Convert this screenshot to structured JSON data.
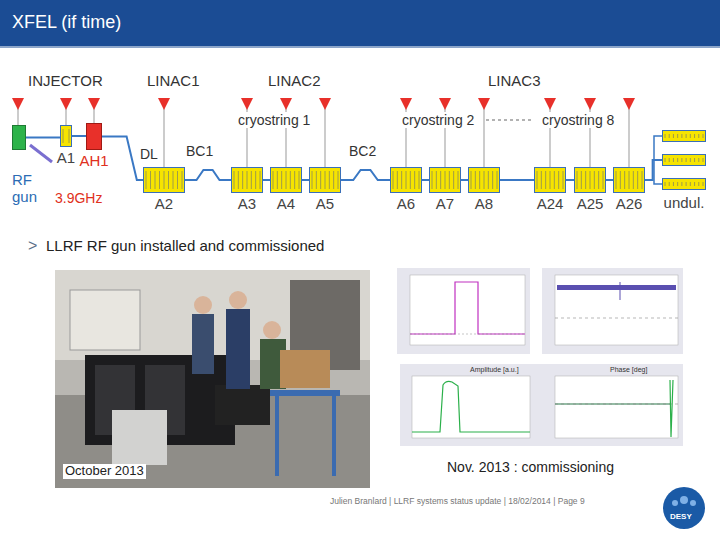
{
  "diagram": {
    "title": "XFEL (if time)",
    "nodes": [
      {
        "text": [
          "RF gun"
        ]
      },
      {
        "text": [
          "A1"
        ]
      },
      {
        "text": [
          "AH1"
        ]
      },
      {
        "text": [
          "A2"
        ]
      },
      {
        "text": [
          "A3"
        ]
      },
      {
        "text": [
          "A4"
        ]
      },
      {
        "text": [
          "A5"
        ]
      },
      {
        "text": [
          "A6"
        ]
      },
      {
        "text": [
          "A7"
        ]
      },
      {
        "text": [
          "A8"
        ]
      },
      {
        "text": [
          "A24"
        ]
      },
      {
        "text": [
          "A25"
        ]
      },
      {
        "text": [
          "A26"
        ]
      },
      {
        "text": [
          "undul."
        ]
      }
    ],
    "edges": [
      {
        "from": 0,
        "to": 1,
        "arrow": "none"
      },
      {
        "from": 1,
        "to": 2,
        "arrow": "none"
      },
      {
        "from": 2,
        "to": 3,
        "arrow": "none"
      },
      {
        "from": 3,
        "to": 4,
        "arrow": "none"
      },
      {
        "from": 4,
        "to": 5,
        "arrow": "none"
      },
      {
        "from": 5,
        "to": 6,
        "arrow": "none"
      },
      {
        "from": 6,
        "to": 7,
        "arrow": "none"
      },
      {
        "from": 7,
        "to": 8,
        "arrow": "none"
      },
      {
        "from": 8,
        "to": 9,
        "arrow": "none"
      },
      {
        "from": 9,
        "to": 10,
        "arrow": "none"
      },
      {
        "from": 10,
        "to": 11,
        "arrow": "none"
      },
      {
        "from": 11,
        "to": 12,
        "arrow": "none"
      },
      {
        "from": 12,
        "to": 13,
        "arrow": "none"
      }
    ],
    "labels": [
      "INJECTOR",
      "LINAC1",
      "LINAC2",
      "LINAC3",
      "cryostring 1",
      "cryostring 2",
      "cryostring 8",
      "DL",
      "BC1",
      "BC2",
      "3.9GHz",
      ">",
      "LLRF RF gun installed and commissioned",
      "October 2013",
      "Nov. 2013 : commissioning",
      "Amplitude [a.u.]",
      "Phase [deg]",
      "Julien Branlard | LLRF systems status update | 18/02/2014 | Page 9",
      "DESY"
    ]
  }
}
